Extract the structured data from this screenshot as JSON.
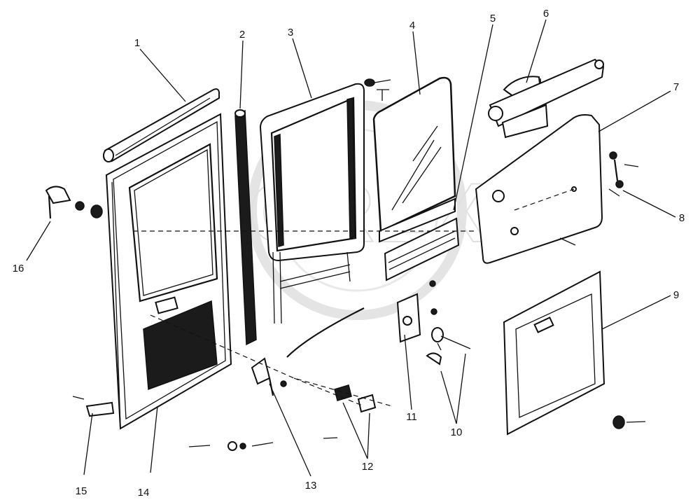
{
  "watermark": "OREX",
  "callouts": [
    "1",
    "2",
    "3",
    "4",
    "5",
    "6",
    "7",
    "8",
    "9",
    "10",
    "11",
    "12",
    "13",
    "14",
    "15",
    "16"
  ]
}
